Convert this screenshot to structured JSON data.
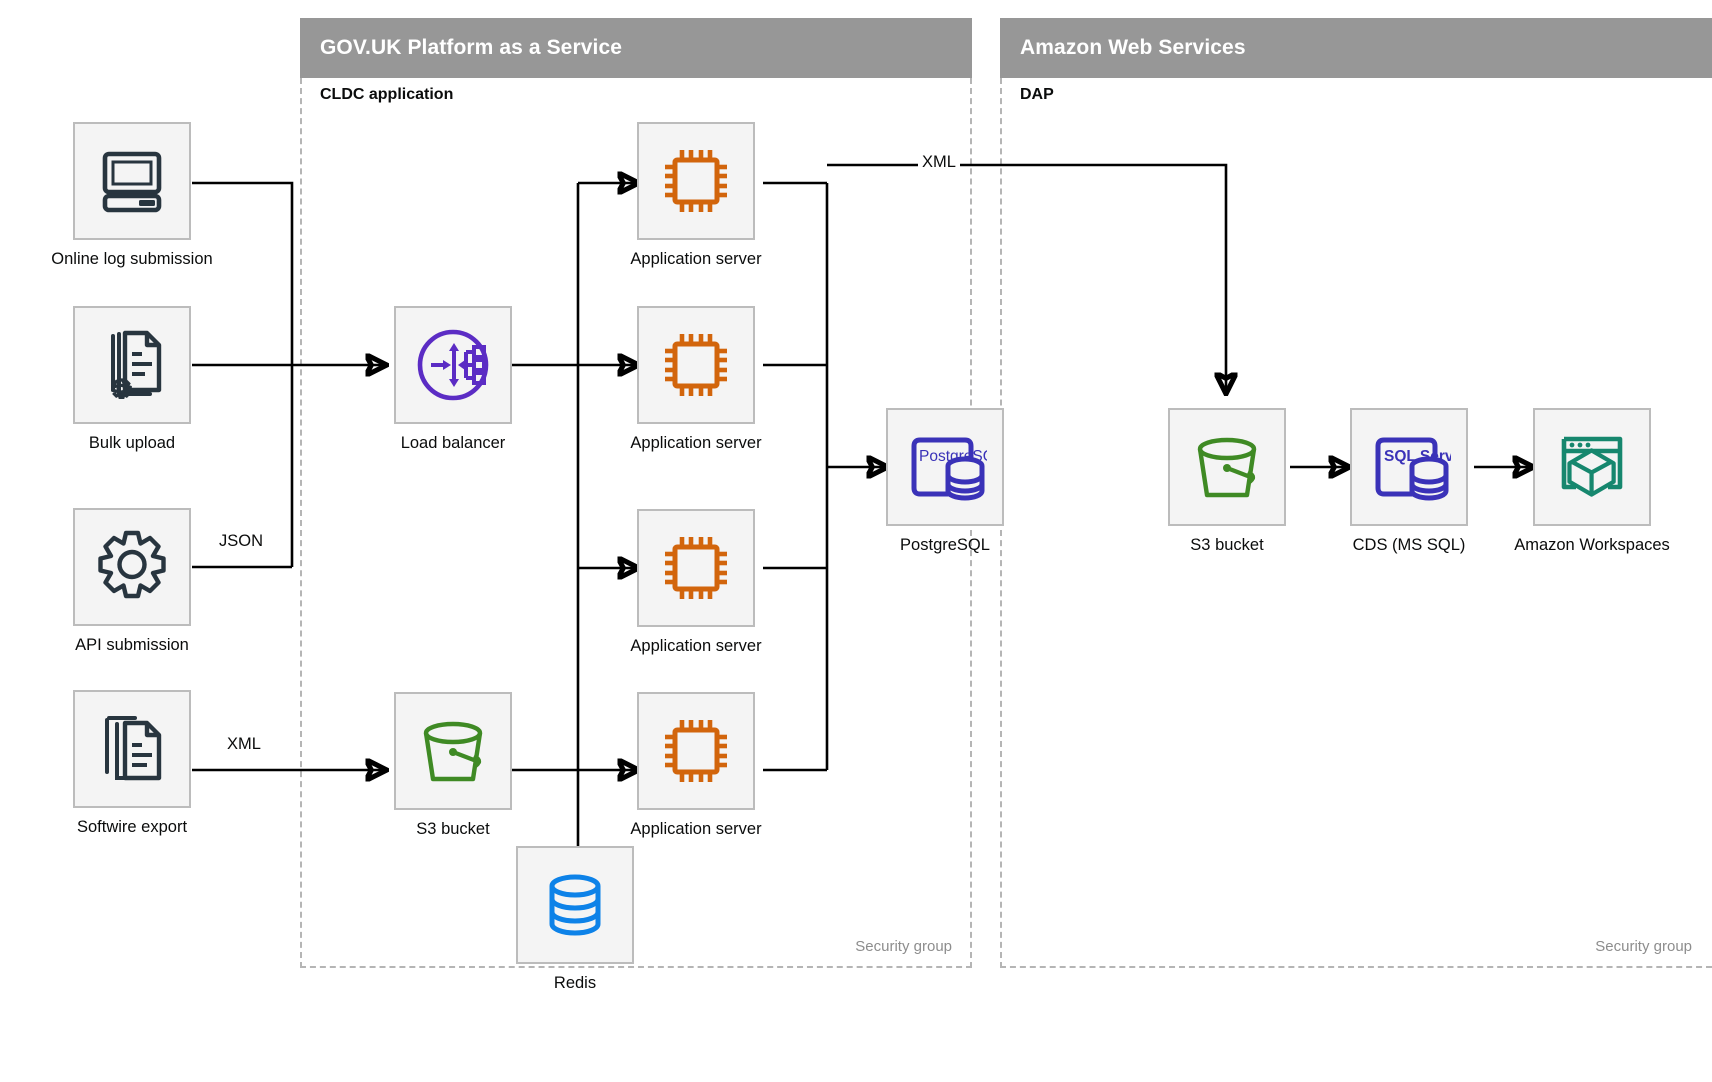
{
  "zones": [
    {
      "id": "paas",
      "title": "GOV.UK Platform as a Service",
      "sublabel": "CLDC application",
      "footnote": "Security group"
    },
    {
      "id": "aws",
      "title": "Amazon Web Services",
      "sublabel": "DAP",
      "footnote": "Security group"
    }
  ],
  "nodes": {
    "online_log_submission": {
      "label": "Online log submission",
      "icon": "desktop-computer-icon",
      "color": "#28353f"
    },
    "bulk_upload": {
      "label": "Bulk upload",
      "icon": "document-gear-icon",
      "color": "#28353f"
    },
    "api_submission": {
      "label": "API submission",
      "icon": "gear-icon",
      "color": "#28353f"
    },
    "softwire_export": {
      "label": "Softwire export",
      "icon": "document-stack-icon",
      "color": "#28353f"
    },
    "load_balancer": {
      "label": "Load balancer",
      "icon": "load-balancer-icon",
      "color": "#5b2cc4"
    },
    "app_server_1": {
      "label": "Application server",
      "icon": "cpu-chip-icon",
      "color": "#d2650c"
    },
    "app_server_2": {
      "label": "Application server",
      "icon": "cpu-chip-icon",
      "color": "#d2650c"
    },
    "app_server_3": {
      "label": "Application server",
      "icon": "cpu-chip-icon",
      "color": "#d2650c"
    },
    "app_server_4": {
      "label": "Application server",
      "icon": "cpu-chip-icon",
      "color": "#d2650c"
    },
    "s3_paas": {
      "label": "S3 bucket",
      "icon": "bucket-icon",
      "color": "#3f8a24"
    },
    "redis": {
      "label": "Redis",
      "icon": "database-cylinder-icon",
      "color": "#0d82e8"
    },
    "postgresql": {
      "label": "PostgreSQL",
      "icon": "postgresql-icon",
      "color": "#3a32b8",
      "badge": "PostgreSQL"
    },
    "s3_aws": {
      "label": "S3 bucket",
      "icon": "bucket-icon",
      "color": "#3f8a24"
    },
    "cds_mssql": {
      "label": "CDS (MS SQL)",
      "icon": "sql-server-icon",
      "color": "#3a32b8",
      "badge": "SQL Server"
    },
    "amazon_workspaces": {
      "label": "Amazon Workspaces",
      "icon": "workspaces-cube-icon",
      "color": "#16876e"
    }
  },
  "edge_labels": {
    "json": "JSON",
    "xml_softwire": "XML",
    "xml_export": "XML"
  },
  "palette": {
    "zone_header_bg": "#979797",
    "zone_header_text": "#ffffff",
    "dashed_border": "#b5b5b5",
    "card_bg": "#f4f4f4",
    "card_border": "#bcbcbc",
    "wire": "#000000",
    "text": "#0b0c0c",
    "footnote_text": "#8d8d8d"
  }
}
